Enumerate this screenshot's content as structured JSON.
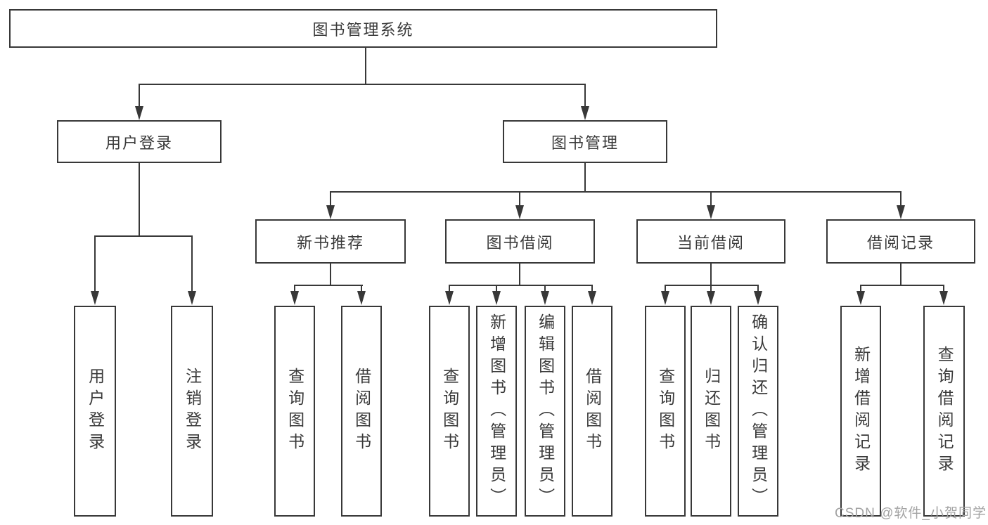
{
  "diagram": {
    "root": {
      "label": "图书管理系统"
    },
    "branches": {
      "user_login": {
        "label": "用户登录",
        "children": [
          "用户登录",
          "注销登录"
        ]
      },
      "book_mgmt": {
        "label": "图书管理"
      }
    },
    "modules": {
      "new_books": {
        "label": "新书推荐",
        "children": [
          "查询图书",
          "借阅图书"
        ]
      },
      "book_borrow": {
        "label": "图书借阅",
        "children": [
          "查询图书",
          "新增图书（管理员）",
          "编辑图书（管理员）",
          "借阅图书"
        ]
      },
      "current_borrow": {
        "label": "当前借阅",
        "children": [
          "查询图书",
          "归还图书",
          "确认归还（管理员）"
        ]
      },
      "borrow_records": {
        "label": "借阅记录",
        "children": [
          "新增借阅记录",
          "查询借阅记录"
        ]
      }
    }
  },
  "watermark": {
    "text": "CSDN @软件_小贺同学"
  },
  "colors": {
    "line": "#383838",
    "text": "#3a3a3a",
    "watermark": "#a3a3a3",
    "background": "#ffffff"
  }
}
